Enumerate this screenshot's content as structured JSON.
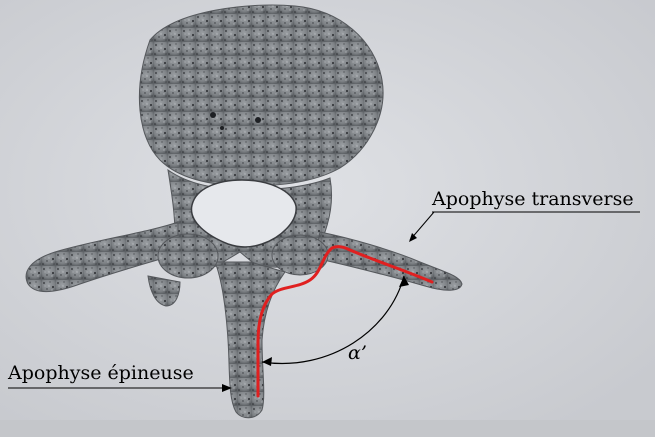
{
  "figure": {
    "labels": {
      "transverse_process": "Apophyse transverse",
      "spinous_process": "Apophyse épineuse",
      "angle": "α’"
    },
    "colors": {
      "background": "#d6d8dc",
      "bone": "#8a8e92",
      "bone_dark": "#3a3c40",
      "highlight_contour": "#e02020",
      "annotation": "#000000"
    },
    "subject": "lumbar-vertebra-model-superior-view"
  }
}
